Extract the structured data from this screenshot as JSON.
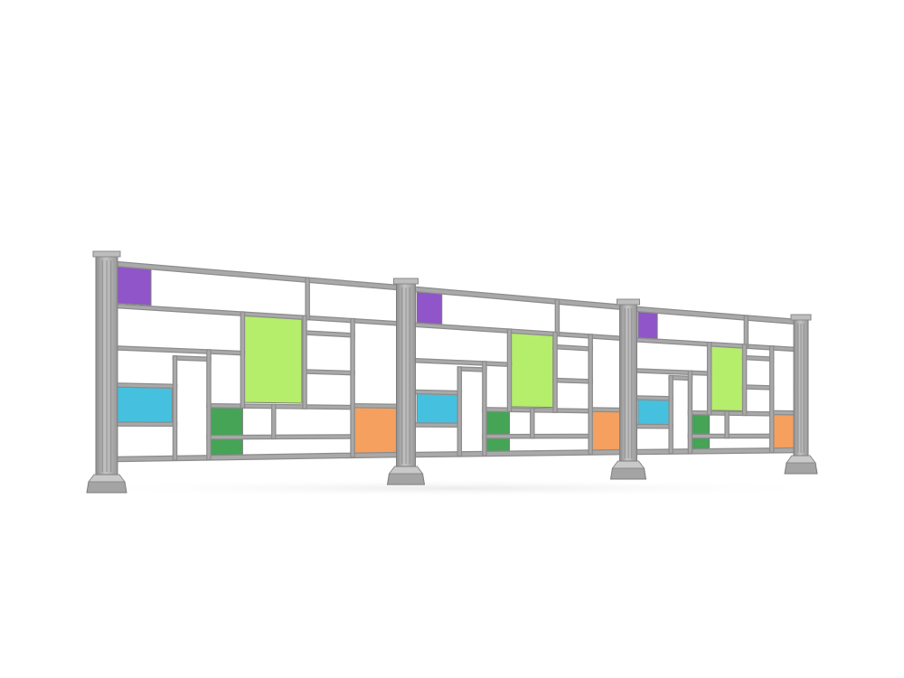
{
  "scene": {
    "subject": "fence",
    "panel_count": 3,
    "post_count": 4,
    "colors": {
      "background": "#ffffff",
      "frame": "#a9a9a9",
      "frame_dark": "#8c8c8c",
      "purple": "#9055c8",
      "lime": "#b5ee6a",
      "cyan": "#45c1df",
      "green": "#45a456",
      "orange": "#f5a05e"
    }
  }
}
